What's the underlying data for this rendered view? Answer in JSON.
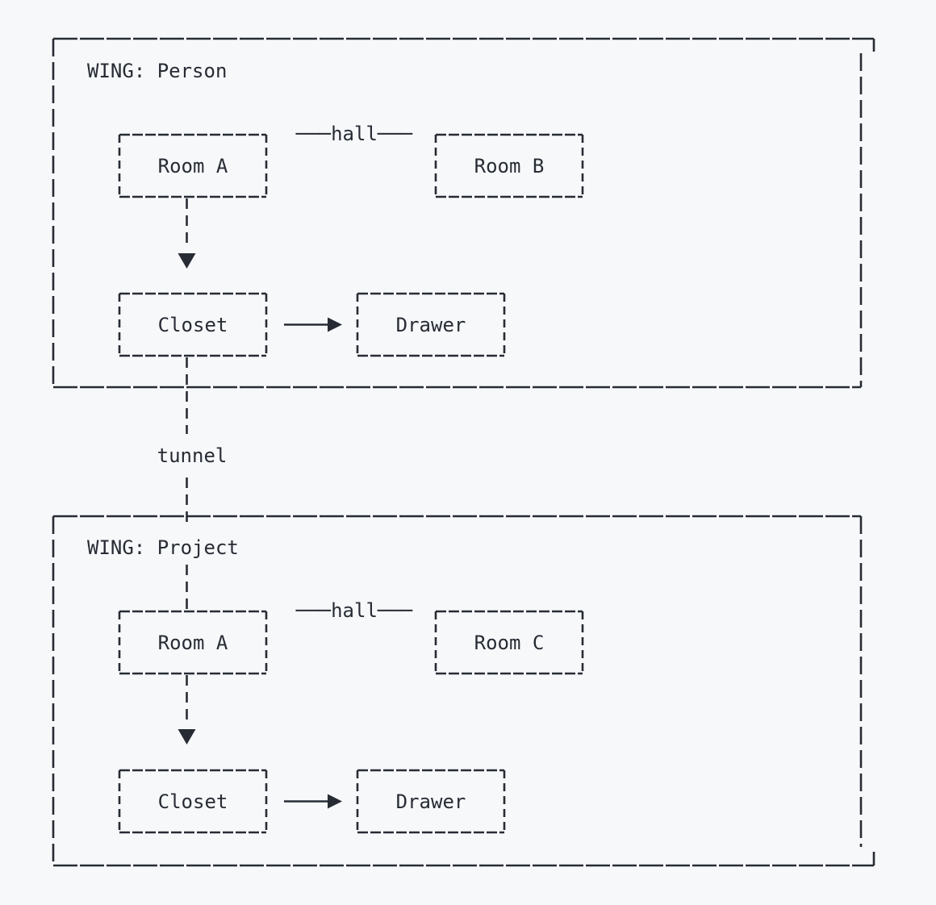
{
  "colors": {
    "background": "#f7f8fa",
    "ink": "#272c34"
  },
  "wings": [
    {
      "title": "WING: Person",
      "hall_label": "───hall───",
      "rooms": {
        "left": "Room A",
        "right": "Room B",
        "closet": "Closet",
        "drawer": "Drawer"
      }
    },
    {
      "title": "WING: Project",
      "hall_label": "───hall───",
      "rooms": {
        "left": "Room A",
        "right": "Room C",
        "closet": "Closet",
        "drawer": "Drawer"
      }
    }
  ],
  "tunnel_label": "tunnel"
}
